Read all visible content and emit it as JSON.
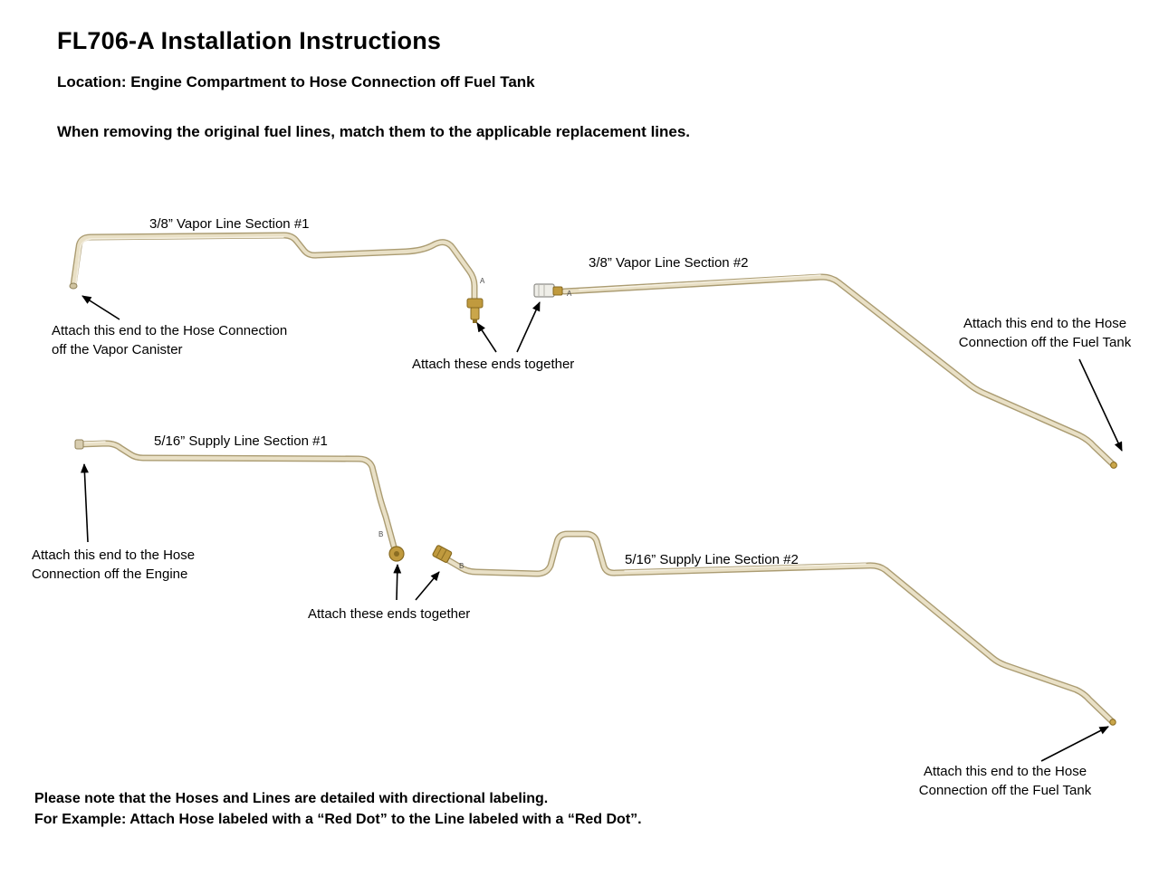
{
  "header": {
    "title": "FL706-A Installation Instructions",
    "location": "Location: Engine Compartment to Hose Connection off Fuel Tank",
    "instruction": "When removing the original fuel lines, match them to the applicable replacement lines."
  },
  "diagram": {
    "line_labels": {
      "vapor1": "3/8” Vapor Line Section #1",
      "vapor2": "3/8” Vapor Line Section #2",
      "supply1": "5/16” Supply Line Section #1",
      "supply2": "5/16” Supply Line Section #2"
    },
    "annotations": {
      "vapor_canister": "Attach this end to the Hose Connection\noff the Vapor Canister",
      "attach_ends_top": "Attach these ends together",
      "fuel_tank_top": "Attach this end to the Hose\nConnection off the Fuel Tank",
      "engine": "Attach this end to the Hose\nConnection off the Engine",
      "attach_ends_bottom": "Attach these ends together",
      "fuel_tank_bottom": "Attach this end to the Hose\nConnection off the Fuel Tank"
    },
    "direction_marks": {
      "vapor1_end": "A",
      "vapor2_end": "A",
      "supply1_end": "B",
      "supply2_end": "B"
    },
    "colors": {
      "tube_edge": "#ab9c72",
      "tube_fill": "#e9e0c6",
      "fitting_brass": "#c09a3e",
      "fitting_silver": "#efeee8",
      "arrow": "#000000",
      "background": "#ffffff"
    }
  },
  "footer": {
    "note_line1": "Please note that the Hoses and Lines are detailed with directional labeling.",
    "note_line2": "For Example: Attach Hose labeled with a “Red Dot” to the Line labeled with a “Red Dot”."
  }
}
